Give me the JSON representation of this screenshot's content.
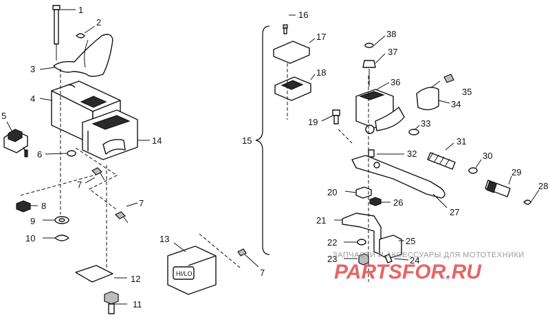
{
  "callouts": {
    "c1": "1",
    "c2": "2",
    "c3": "3",
    "c4": "4",
    "c5": "5",
    "c6": "6",
    "c7a": "7",
    "c7b": "7",
    "c7c": "7",
    "c8": "8",
    "c9": "9",
    "c10": "10",
    "c11": "11",
    "c12": "12",
    "c13": "13",
    "c14": "14",
    "c15": "15",
    "c16": "16",
    "c17": "17",
    "c18": "18",
    "c19": "19",
    "c20": "20",
    "c21": "21",
    "c22": "22",
    "c23": "23",
    "c24": "24",
    "c25": "25",
    "c26": "26",
    "c27": "27",
    "c28": "28",
    "c29": "29",
    "c30": "30",
    "c31": "31",
    "c32": "32",
    "c33": "33",
    "c34": "34",
    "c35": "35",
    "c36": "36",
    "c37": "37",
    "c38": "38"
  },
  "switch_label": "HI/LO",
  "watermark": {
    "tagline": "ЗАПЧАСТИ И АКСЕССУАРЫ ДЛЯ МОТОТЕХНИКИ",
    "logo": "PARTSFOR.RU"
  },
  "colors": {
    "line": "#111111",
    "watermark_logo": "#e54b4b",
    "watermark_text": "#9a9a9a"
  }
}
